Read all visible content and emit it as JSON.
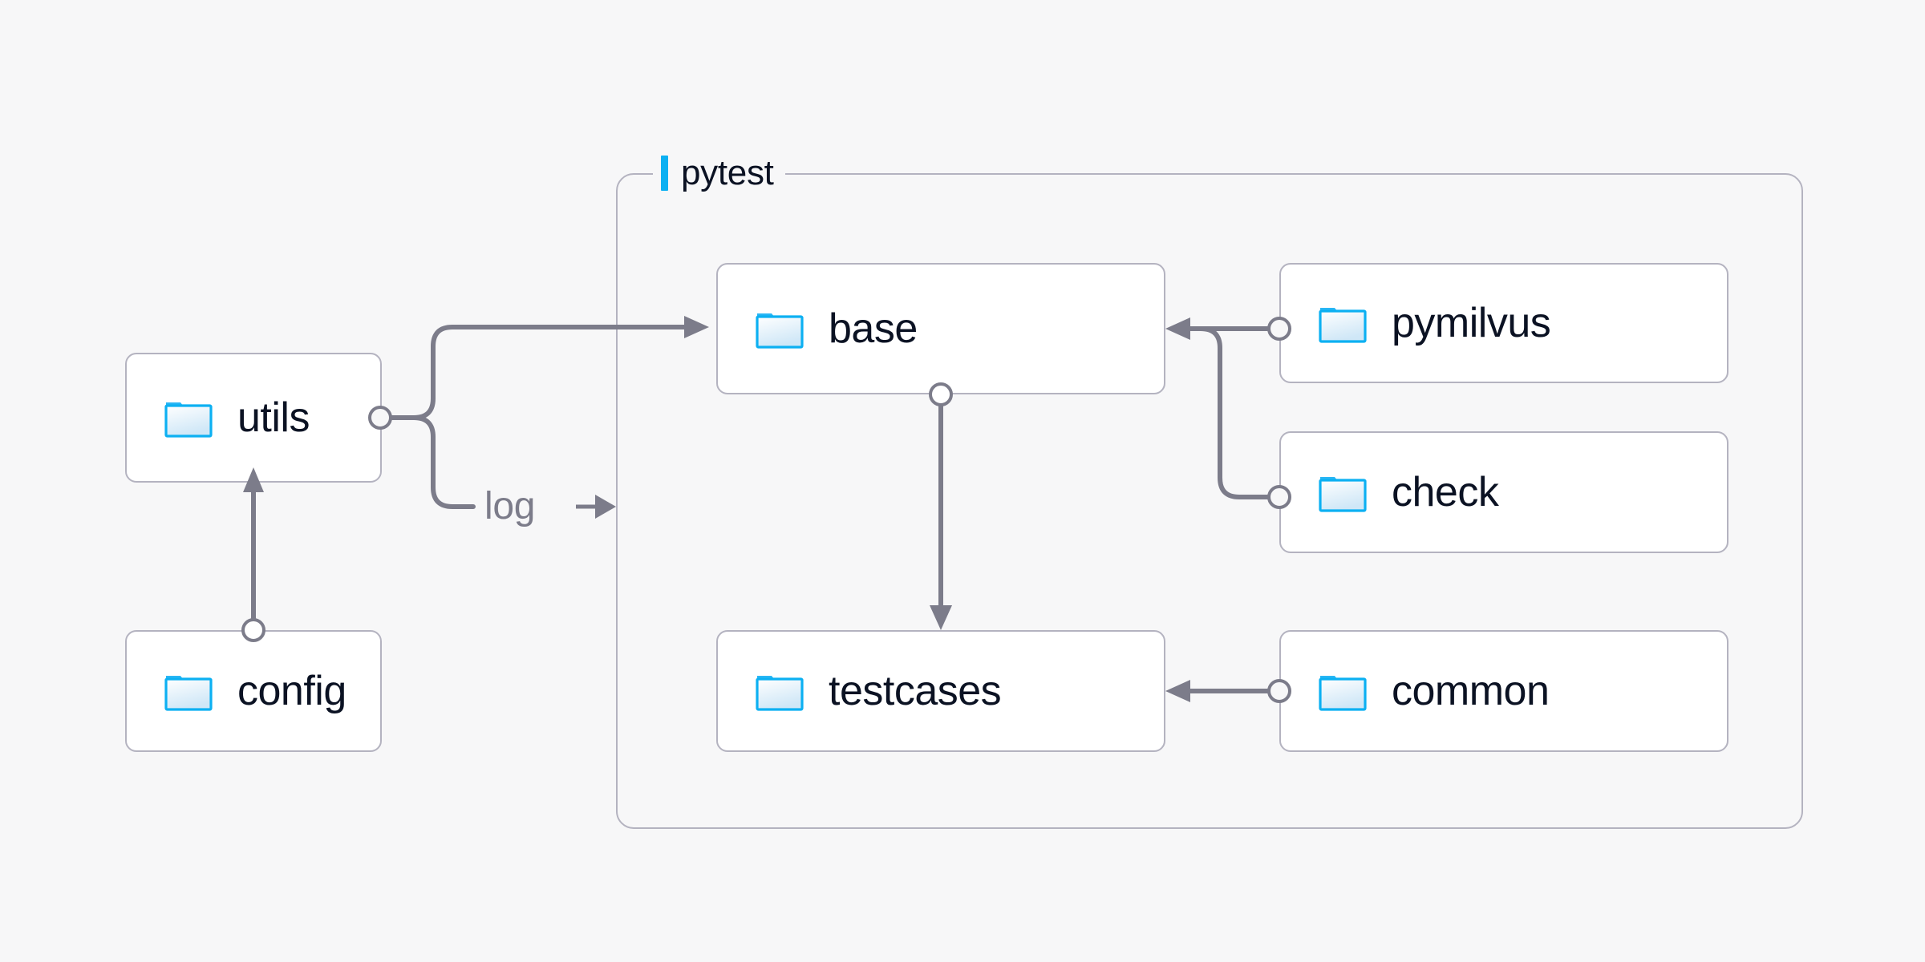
{
  "diagram": {
    "background_color": "#f7f7f8",
    "node_border_color": "#b4b3c0",
    "node_fill_color": "#ffffff",
    "edge_color": "#7c7c8a",
    "text_color": "#0b1223",
    "accent_color": "#0cb0f2",
    "folder_icon_color": "#0cb0f2"
  },
  "group": {
    "label": "pytest",
    "accent_name": "group-accent-bar"
  },
  "nodes": [
    {
      "id": "utils",
      "label": "utils",
      "icon": "folder-icon"
    },
    {
      "id": "config",
      "label": "config",
      "icon": "folder-icon"
    },
    {
      "id": "base",
      "label": "base",
      "icon": "folder-icon"
    },
    {
      "id": "testcases",
      "label": "testcases",
      "icon": "folder-icon"
    },
    {
      "id": "pymilvus",
      "label": "pymilvus",
      "icon": "folder-icon"
    },
    {
      "id": "check",
      "label": "check",
      "icon": "folder-icon"
    },
    {
      "id": "common",
      "label": "common",
      "icon": "folder-icon"
    }
  ],
  "edges": [
    {
      "id": "config-to-utils",
      "from": "config",
      "to": "utils",
      "label": ""
    },
    {
      "id": "utils-to-base",
      "from": "utils",
      "to": "base",
      "label": ""
    },
    {
      "id": "utils-to-log",
      "from": "utils",
      "to": "pytest",
      "label": "log"
    },
    {
      "id": "base-to-testcases",
      "from": "base",
      "to": "testcases",
      "label": ""
    },
    {
      "id": "pymilvus-to-base",
      "from": "pymilvus",
      "to": "base",
      "label": ""
    },
    {
      "id": "check-to-base",
      "from": "check",
      "to": "base",
      "label": ""
    },
    {
      "id": "common-to-testcases",
      "from": "common",
      "to": "testcases",
      "label": ""
    }
  ],
  "edge_labels": {
    "log": "log"
  }
}
